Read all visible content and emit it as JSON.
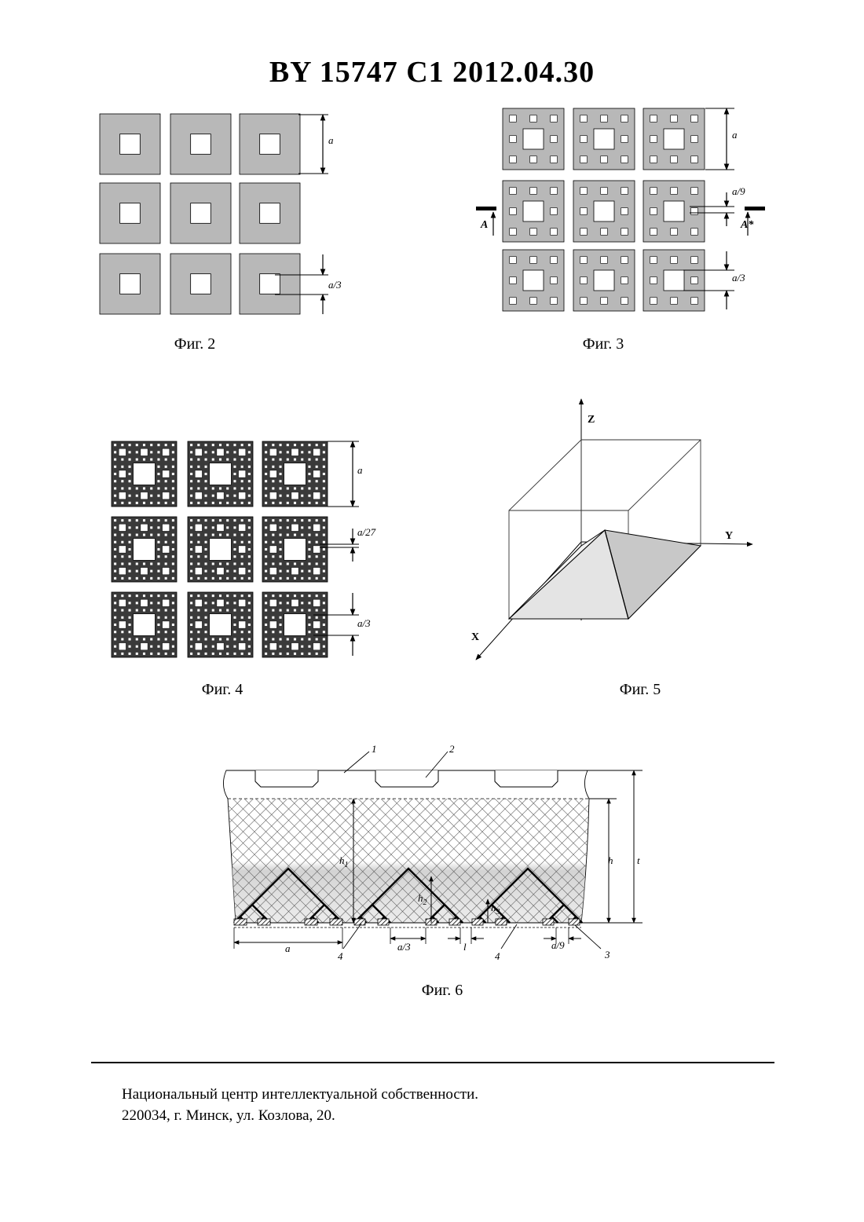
{
  "header": {
    "title": "BY  15747  C1  2012.04.30"
  },
  "figures": {
    "fig2": {
      "caption": "Фиг. 2",
      "labels": {
        "a": "a",
        "a3": "a/3"
      }
    },
    "fig3": {
      "caption": "Фиг. 3",
      "labels": {
        "a": "a",
        "a9": "a/9",
        "a3": "a/3",
        "sectionA": "A",
        "sectionAstar": "A*"
      }
    },
    "fig4": {
      "caption": "Фиг. 4",
      "labels": {
        "a": "a",
        "a27": "a/27",
        "a3": "a/3"
      }
    },
    "fig5": {
      "caption": "Фиг. 5",
      "labels": {
        "z": "Z",
        "y": "Y",
        "x": "X"
      }
    },
    "fig6": {
      "caption": "Фиг. 6",
      "labels": {
        "n1": "1",
        "n2": "2",
        "n3": "3",
        "n4a": "4",
        "n4b": "4",
        "h1": "h",
        "h1sub": "1",
        "h2": "h",
        "h2sub": "2",
        "h3": "h",
        "h3sub": "3",
        "h": "h",
        "t": "t",
        "a": "a",
        "a3": "a/3",
        "l": "l",
        "a9": "a/9"
      }
    }
  },
  "footer": {
    "line1": "Национальный центр интеллектуальной собственности.",
    "line2": "220034, г. Минск, ул. Козлова, 20."
  }
}
